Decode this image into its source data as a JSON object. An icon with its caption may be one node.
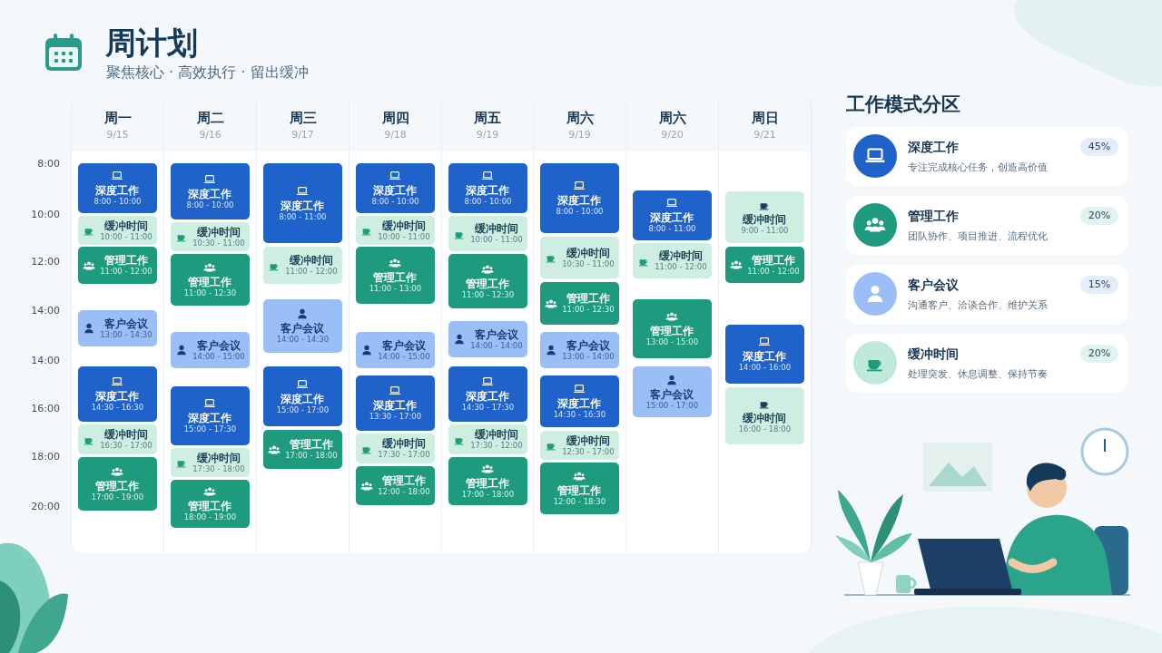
{
  "diagram": {
    "title": "周计划",
    "nodes": [
      {
        "text": [
          "周一",
          "9/15"
        ]
      },
      {
        "text": [
          "深度工作",
          "8:00 - 10:00"
        ],
        "in": 0
      },
      {
        "text": [
          "缓冲时间",
          "10:00 - 11:00"
        ],
        "in": 0
      },
      {
        "text": [
          "管理工作",
          "11:00 - 12:00"
        ],
        "in": 0
      },
      {
        "text": [
          "客户会议",
          "13:00 - 14:30"
        ],
        "in": 0
      },
      {
        "text": [
          "深度工作",
          "14:30 - 16:30"
        ],
        "in": 0
      },
      {
        "text": [
          "缓冲时间",
          "16:30 - 17:00"
        ],
        "in": 0
      },
      {
        "text": [
          "管理工作",
          "17:00 - 19:00"
        ],
        "in": 0
      },
      {
        "text": [
          "周二",
          "9/16"
        ]
      },
      {
        "text": [
          "深度工作",
          "8:00 - 10:00"
        ],
        "in": 8
      },
      {
        "text": [
          "缓冲时间",
          "10:30 - 11:00"
        ],
        "in": 8
      },
      {
        "text": [
          "管理工作",
          "11:00 - 12:30"
        ],
        "in": 8
      },
      {
        "text": [
          "客户会议",
          "14:00 - 15:00"
        ],
        "in": 8
      },
      {
        "text": [
          "深度工作",
          "15:00 - 17:30"
        ],
        "in": 8
      },
      {
        "text": [
          "缓冲时间",
          "17:30 - 18:00"
        ],
        "in": 8
      },
      {
        "text": [
          "管理工作",
          "18:00 - 19:00"
        ],
        "in": 8
      },
      {
        "text": [
          "周三",
          "9/17"
        ]
      },
      {
        "text": [
          "深度工作",
          "8:00 - 11:00"
        ],
        "in": 16
      },
      {
        "text": [
          "缓冲时间",
          "11:00 - 12:00"
        ],
        "in": 16
      },
      {
        "text": [
          "客户会议",
          "14:00 - 14:30"
        ],
        "in": 16
      },
      {
        "text": [
          "深度工作",
          "15:00 - 17:00"
        ],
        "in": 16
      },
      {
        "text": [
          "管理工作",
          "17:00 - 18:00"
        ],
        "in": 16
      },
      {
        "text": [
          "周四",
          "9/18"
        ]
      },
      {
        "text": [
          "深度工作",
          "8:00 - 10:00"
        ],
        "in": 22
      },
      {
        "text": [
          "缓冲时间",
          "10:00 - 11:00"
        ],
        "in": 22
      },
      {
        "text": [
          "管理工作",
          "11:00 - 13:00"
        ],
        "in": 22
      },
      {
        "text": [
          "客户会议",
          "14:00 - 15:00"
        ],
        "in": 22
      },
      {
        "text": [
          "深度工作",
          "13:30 - 17:00"
        ],
        "in": 22
      },
      {
        "text": [
          "缓冲时间",
          "17:30 - 17:00"
        ],
        "in": 22
      },
      {
        "text": [
          "管理工作",
          "12:00 - 18:00"
        ],
        "in": 22
      },
      {
        "text": [
          "周五",
          "9/19"
        ]
      },
      {
        "text": [
          "深度工作",
          "8:00 - 10:00"
        ],
        "in": 30
      },
      {
        "text": [
          "缓冲时间",
          "10:00 - 11:00"
        ],
        "in": 30
      },
      {
        "text": [
          "管理工作",
          "11:00 - 12:30"
        ],
        "in": 30
      },
      {
        "text": [
          "客户会议",
          "14:00 - 14:00"
        ],
        "in": 30
      },
      {
        "text": [
          "深度工作",
          "14:30 - 17:30"
        ],
        "in": 30
      },
      {
        "text": [
          "缓冲时间",
          "17:30 - 12:00"
        ],
        "in": 30
      },
      {
        "text": [
          "管理工作",
          "17:00 - 18:00"
        ],
        "in": 30
      },
      {
        "text": [
          "周六",
          "9/19"
        ]
      },
      {
        "text": [
          "深度工作",
          "8:00 - 10:00"
        ],
        "in": 38
      },
      {
        "text": [
          "缓冲时间",
          "10:30 - 11:00"
        ],
        "in": 38
      },
      {
        "text": [
          "管理工作",
          "11:00 - 12:30"
        ],
        "in": 38
      },
      {
        "text": [
          "客户会议",
          "13:00 - 14:00"
        ],
        "in": 38
      },
      {
        "text": [
          "深度工作",
          "14:30 - 16:30"
        ],
        "in": 38
      },
      {
        "text": [
          "缓冲时间",
          "12:30 - 17:00"
        ],
        "in": 38
      },
      {
        "text": [
          "管理工作",
          "12:00 - 18:30"
        ],
        "in": 38
      },
      {
        "text": [
          "周六",
          "9/20"
        ]
      },
      {
        "text": [
          "深度工作",
          "8:00 - 11:00"
        ],
        "in": 46
      },
      {
        "text": [
          "缓冲时间",
          "11:00 - 12:00"
        ],
        "in": 46
      },
      {
        "text": [
          "管理工作",
          "13:00 - 15:00"
        ],
        "in": 46
      },
      {
        "text": [
          "客户会议",
          "15:00 - 17:00"
        ],
        "in": 46
      },
      {
        "text": [
          "周日",
          "9/21"
        ]
      },
      {
        "text": [
          "缓冲时间",
          "9:00 - 11:00"
        ],
        "in": 51
      },
      {
        "text": [
          "管理工作",
          "11:00 - 12:00"
        ],
        "in": 51
      },
      {
        "text": [
          "深度工作",
          "14:00 - 16:00"
        ],
        "in": 51
      },
      {
        "text": [
          "缓冲时间",
          "16:00 - 18:00"
        ],
        "in": 51
      },
      {
        "text": [
          "深度工作",
          "专注完成核心任务，创造高价值",
          "45%"
        ]
      },
      {
        "text": [
          "管理工作",
          "团队协作、项目推进、流程优化",
          "20%"
        ]
      },
      {
        "text": [
          "客户会议",
          "沟通客户、洽谈合作、维护关系",
          "15%"
        ]
      },
      {
        "text": [
          "缓冲时间",
          "处理突发、休息调整、保持节奏",
          "20%"
        ]
      }
    ],
    "labels": [
      "聚焦核心 · 高效执行 · 留出缓冲",
      "8:00",
      "10:00",
      "12:00",
      "14:00",
      "14:00",
      "16:00",
      "18:00",
      "20:00",
      "工作模式分区"
    ]
  }
}
